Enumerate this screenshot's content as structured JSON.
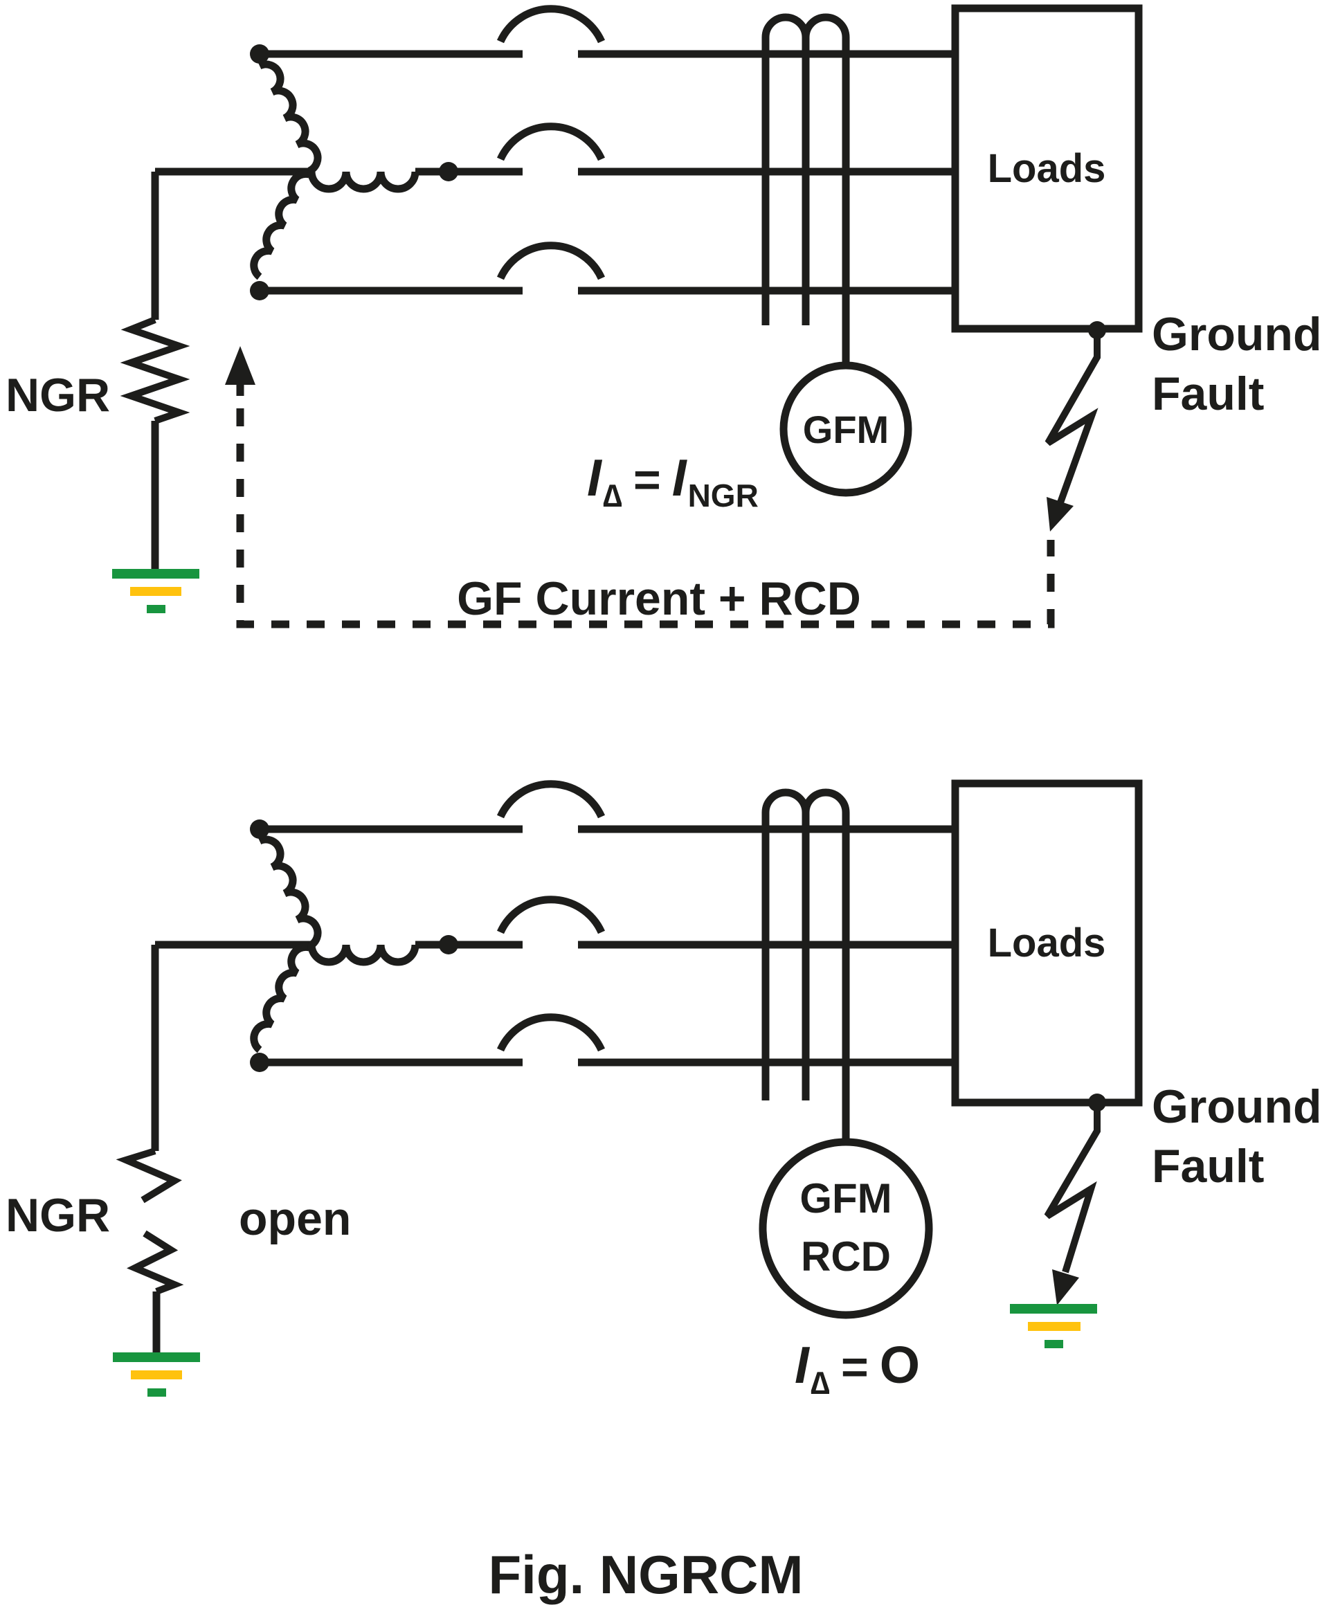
{
  "colors": {
    "line": "#1d1d1b",
    "green": "#18953f",
    "yellow": "#ffc20e",
    "background": "#ffffff"
  },
  "caption": "Fig. NGRCM",
  "top_circuit": {
    "ngr_label": "NGR",
    "gfm_label": "GFM",
    "loads_label": "Loads",
    "ground_fault_label_line1": "Ground",
    "ground_fault_label_line2": "Fault",
    "loop_label": "GF Current + RCD",
    "equation": {
      "i1": "I",
      "delta": "∆",
      "equals": "=",
      "i2": "I",
      "subscript": "NGR"
    }
  },
  "bottom_circuit": {
    "ngr_label": "NGR",
    "open_label": "open",
    "gfm_label_line1": "GFM",
    "gfm_label_line2": "RCD",
    "loads_label": "Loads",
    "ground_fault_label_line1": "Ground",
    "ground_fault_label_line2": "Fault",
    "equation": {
      "i1": "I",
      "delta": "∆",
      "equals": "=",
      "value": "O"
    }
  }
}
